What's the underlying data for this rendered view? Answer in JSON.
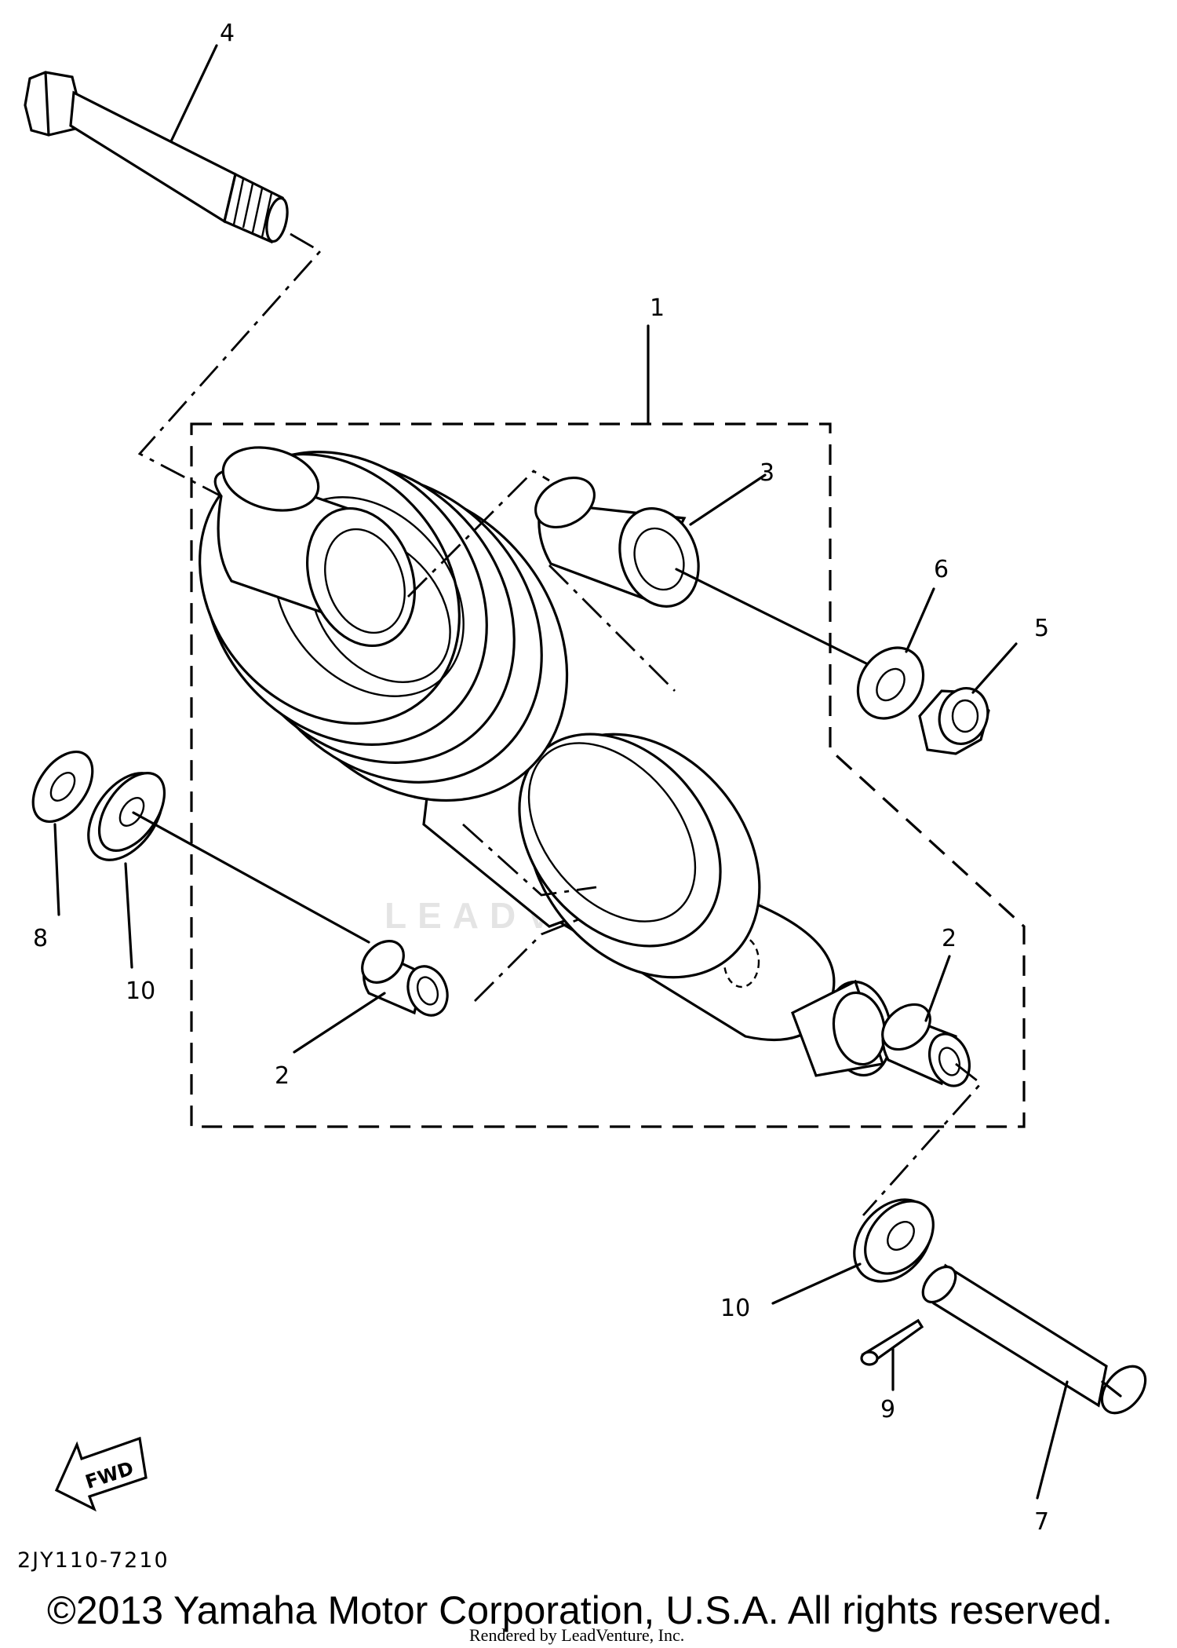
{
  "diagram": {
    "callouts": [
      {
        "id": "1",
        "text": "1"
      },
      {
        "id": "2a",
        "text": "2"
      },
      {
        "id": "2b",
        "text": "2"
      },
      {
        "id": "3",
        "text": "3"
      },
      {
        "id": "4",
        "text": "4"
      },
      {
        "id": "5",
        "text": "5"
      },
      {
        "id": "6",
        "text": "6"
      },
      {
        "id": "7",
        "text": "7"
      },
      {
        "id": "8",
        "text": "8"
      },
      {
        "id": "9",
        "text": "9"
      },
      {
        "id": "10a",
        "text": "10"
      },
      {
        "id": "10b",
        "text": "10"
      }
    ],
    "fwd_label": "FWD",
    "diagram_code": "2JY110-7210",
    "watermark": "LEADVENTURE",
    "copyright": "©2013 Yamaha Motor Corporation, U.S.A. All rights reserved.",
    "rendered_by": "Rendered by LeadVenture, Inc."
  }
}
